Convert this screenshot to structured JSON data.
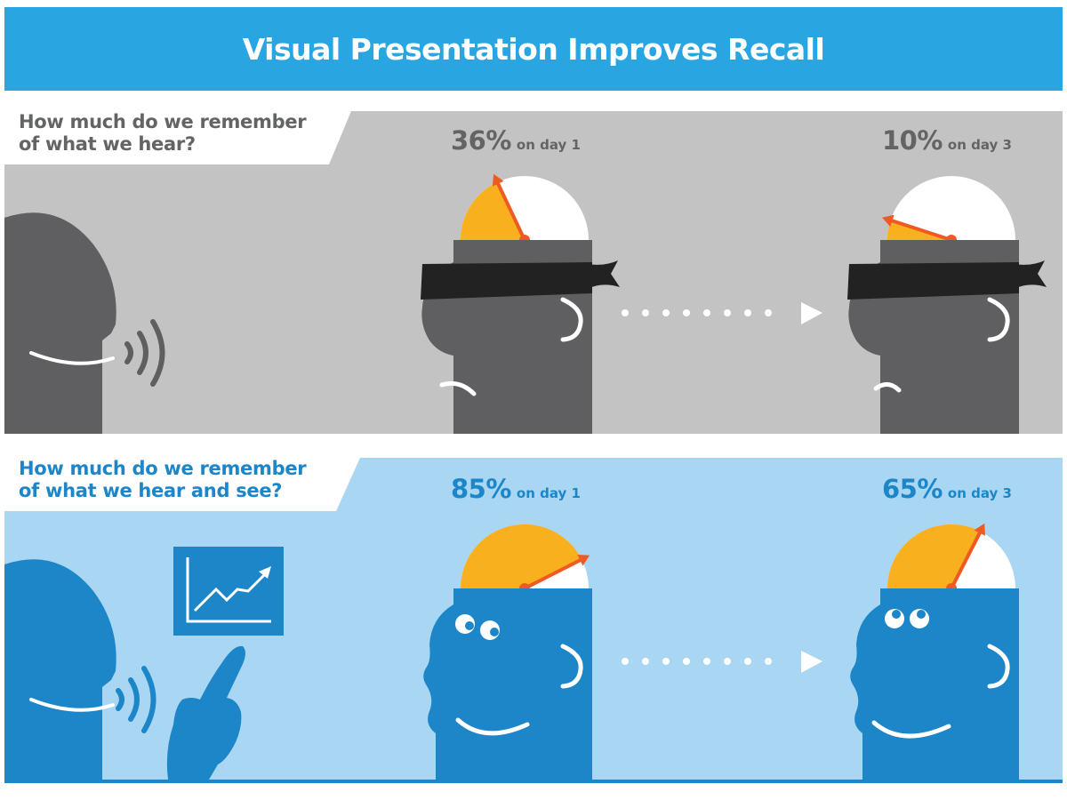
{
  "title": "Visual Presentation Improves Recall",
  "colors": {
    "title_bar": "#29a6e1",
    "top_panel_bg": "#c3c3c3",
    "bottom_panel_bg": "#a9d6f2",
    "top_head": "#5f5f61",
    "bottom_head": "#1c86c9",
    "meter_fill": "#f8b01f",
    "needle": "#ee5a22",
    "top_text": "#636466",
    "bottom_text": "#1c86c9"
  },
  "sections": {
    "hear": {
      "question_line1": "How much do we remember",
      "question_line2": "of what we hear?",
      "day1": {
        "percent": "36%",
        "label": "on day 1",
        "value": 36
      },
      "day3": {
        "percent": "10%",
        "label": "on day 3",
        "value": 10
      }
    },
    "hear_and_see": {
      "question_line1": "How much do we remember",
      "question_line2": "of what we hear and see?",
      "day1": {
        "percent": "85%",
        "label": "on day 1",
        "value": 85
      },
      "day3": {
        "percent": "65%",
        "label": "on day 3",
        "value": 65
      }
    }
  },
  "icons": [
    "speaker-head-icon",
    "sound-waves-icon",
    "blindfold-icon",
    "chart-icon",
    "pointing-hand-icon",
    "arrow-dots-icon",
    "recall-meter-icon"
  ]
}
